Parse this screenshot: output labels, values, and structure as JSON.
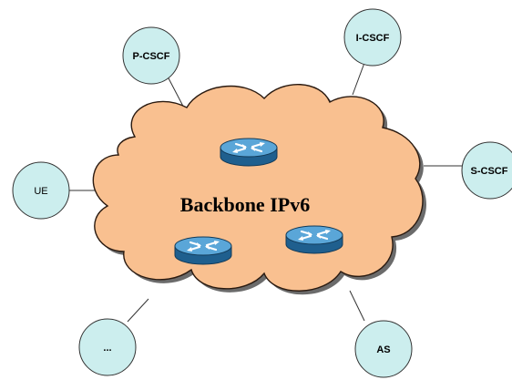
{
  "backbone": {
    "title": "Backbone IPv6"
  },
  "nodes": {
    "pcscf": "P-CSCF",
    "icscf": "I-CSCF",
    "scscf": "S-CSCF",
    "ue": "UE",
    "ellipsis": "...",
    "as": "AS"
  },
  "colors": {
    "cloud_fill": "#f9c090",
    "cloud_stroke": "#2a1a10",
    "node_fill": "#cceeee",
    "router_blue": "#3d8fc8",
    "router_dark": "#1f5f8e"
  },
  "icons": [
    "router-icon",
    "router-icon",
    "router-icon",
    "cloud-icon"
  ]
}
